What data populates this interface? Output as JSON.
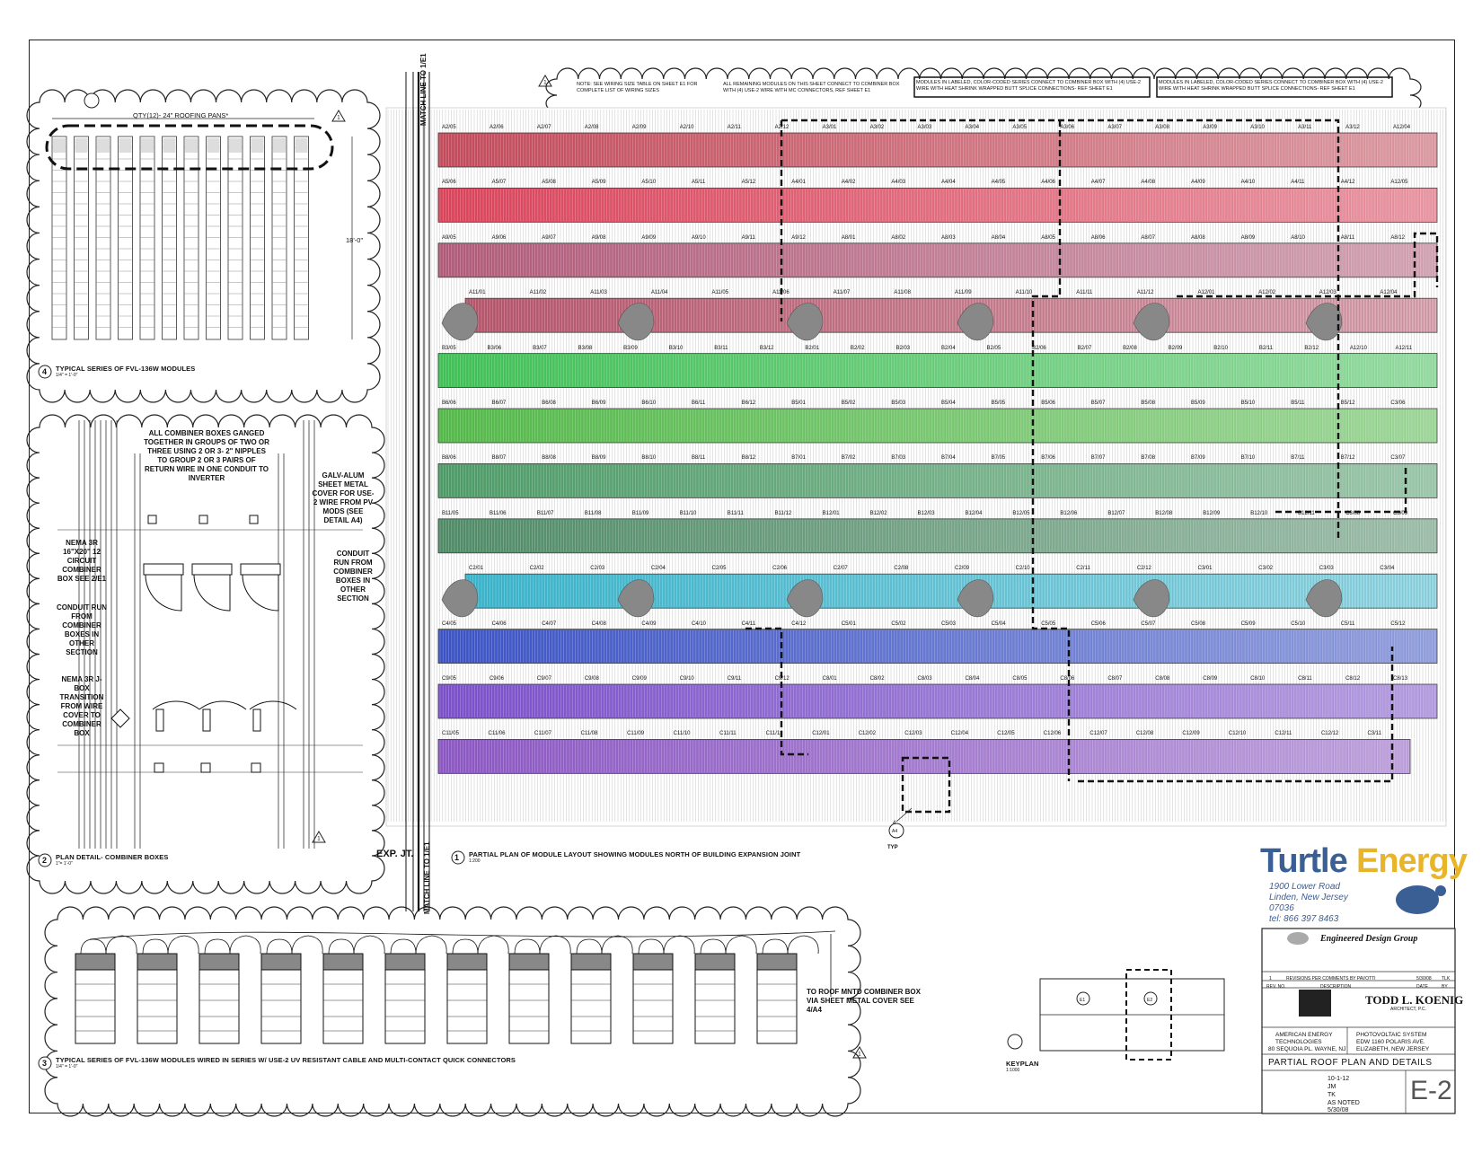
{
  "sheet": {
    "number": "E-2",
    "title": "PARTIAL ROOF PLAN AND DETAILS"
  },
  "details": {
    "d1": {
      "num": "1",
      "title": "PARTIAL PLAN OF MODULE LAYOUT SHOWING MODULES NORTH OF BUILDING EXPANSION JOINT",
      "scale": "1:200"
    },
    "d2": {
      "num": "2",
      "title": "PLAN DETAIL- COMBINER BOXES",
      "scale": "1\"= 1'-0\""
    },
    "d3": {
      "num": "3",
      "title": "TYPICAL SERIES OF FVL-136W MODULES WIRED IN SERIES W/ USE-2 UV RESISTANT CABLE AND MULTI-CONTACT QUICK CONNECTORS",
      "scale": "1/4\" = 1'-0\""
    },
    "d4": {
      "num": "4",
      "title": "TYPICAL SERIES OF FVL-136W MODULES",
      "scale": "1/4\" = 1'-0\""
    },
    "keyplan": {
      "title": "KEYPLAN",
      "scale": "1:1000",
      "a": "E1",
      "b": "E2"
    }
  },
  "detail4": {
    "qty_label": "QTY(12)- 24\" ROOFING PANS*",
    "height_label": "18'-0\"",
    "pan_count": 12
  },
  "detail2": {
    "note_top": "ALL COMBINER BOXES GANGED TOGETHER IN GROUPS OF TWO OR THREE USING 2 OR 3- 2\" NIPPLES TO GROUP 2 OR 3 PAIRS OF RETURN WIRE IN ONE CONDUIT TO INVERTER",
    "note_galv": "GALV-ALUM SHEET METAL COVER FOR USE-2 WIRE FROM PV MODS (SEE DETAIL A4)",
    "note_nema": "NEMA 3R 16\"X20\" 12 CIRCUIT COMBINER BOX SEE 2/E1",
    "note_conduit_l": "CONDUIT RUN FROM COMBINER BOXES IN OTHER SECTION",
    "note_conduit_r": "CONDUIT RUN FROM COMBINER BOXES IN OTHER SECTION",
    "note_jbox": "NEMA 3R J-BOX TRANSITION FROM WIRE COVER TO COMBINER BOX"
  },
  "detail3": {
    "note": "TO ROOF MNTD COMBINER BOX VIA SHEET METAL COVER SEE 4/A4",
    "module_count": 12
  },
  "plan": {
    "exp_jt": "EXP. JT.",
    "match_top": "MATCH LINE TO 1/E1",
    "match_bottom": "MATCH LINE TO 1/E1",
    "notes": [
      "NOTE: SEE WIRING SIZE TABLE ON SHEET E1 FOR COMPLETE LIST OF WIRING SIZES",
      "ALL REMAINING MODULES ON THIS SHEET CONNECT TO COMBINER BOX WITH (4) USE-2 WIRE WITH MC CONNECTORS, REF SHEET E1",
      "MODULES IN LABELED, COLOR-CODED SERIES CONNECT TO COMBINER BOX WITH (4) USE-2 WIRE WITH HEAT SHRINK WRAPPED BUTT SPLICE CONNECTIONS- REF SHEET E1",
      "MODULES IN LABELED, COLOR-CODED SERIES CONNECT TO COMBINER BOX WITH (4) USE-2 WIRE WITH HEAT SHRINK WRAPPED BUTT SPLICE CONNECTIONS- REF SHEET E1"
    ],
    "bubble_ref": "4",
    "bubble_sub": "A4",
    "typ": "TYP",
    "rows": [
      {
        "color": "#c24a5a",
        "labels": [
          "A2/05",
          "A2/06",
          "A2/07",
          "A2/08",
          "A2/09",
          "A2/10",
          "A2/11",
          "A2/12",
          "A3/01",
          "A3/02",
          "A3/03",
          "A3/04",
          "A3/05",
          "A3/06",
          "A3/07",
          "A3/08",
          "A3/09",
          "A3/10",
          "A3/11",
          "A3/12",
          "A12/04"
        ]
      },
      {
        "color": "#d9435a",
        "labels": [
          "A5/06",
          "A5/07",
          "A5/08",
          "A5/09",
          "A5/10",
          "A5/11",
          "A5/12",
          "A4/01",
          "A4/02",
          "A4/03",
          "A4/04",
          "A4/05",
          "A4/06",
          "A4/07",
          "A4/08",
          "A4/09",
          "A4/10",
          "A4/11",
          "A4/12",
          "A12/05"
        ]
      },
      {
        "color": "#b05a78",
        "labels": [
          "A9/05",
          "A9/06",
          "A9/07",
          "A9/08",
          "A9/09",
          "A9/10",
          "A9/11",
          "A9/12",
          "A8/01",
          "A8/02",
          "A8/03",
          "A8/04",
          "A8/05",
          "A8/06",
          "A8/07",
          "A8/08",
          "A8/09",
          "A8/10",
          "A8/11",
          "A8/12"
        ]
      },
      {
        "color": "#b4546a",
        "labels": [
          "A11/01",
          "A11/02",
          "A11/03",
          "A11/04",
          "A11/05",
          "A11/06",
          "A11/07",
          "A11/08",
          "A11/09",
          "A11/10",
          "A11/11",
          "A11/12",
          "A12/01",
          "A12/02",
          "A12/03",
          "A12/04"
        ]
      },
      {
        "color": "#3fbf55",
        "labels": [
          "B3/05",
          "B3/06",
          "B3/07",
          "B3/08",
          "B3/09",
          "B3/10",
          "B3/11",
          "B3/12",
          "B2/01",
          "B2/02",
          "B2/03",
          "B2/04",
          "B2/05",
          "B2/06",
          "B2/07",
          "B2/08",
          "B2/09",
          "B2/10",
          "B2/11",
          "B2/12",
          "A12/10",
          "A12/11"
        ]
      },
      {
        "color": "#52b848",
        "labels": [
          "B6/06",
          "B6/07",
          "B6/08",
          "B6/09",
          "B6/10",
          "B6/11",
          "B6/12",
          "B5/01",
          "B5/02",
          "B5/03",
          "B5/04",
          "B5/05",
          "B5/06",
          "B5/07",
          "B5/08",
          "B5/09",
          "B5/10",
          "B5/11",
          "B5/12",
          "C3/06"
        ]
      },
      {
        "color": "#4c9a66",
        "labels": [
          "B8/06",
          "B8/07",
          "B8/08",
          "B8/09",
          "B8/10",
          "B8/11",
          "B8/12",
          "B7/01",
          "B7/02",
          "B7/03",
          "B7/04",
          "B7/05",
          "B7/06",
          "B7/07",
          "B7/08",
          "B7/09",
          "B7/10",
          "B7/11",
          "B7/12",
          "C3/07"
        ]
      },
      {
        "color": "#4f8a66",
        "labels": [
          "B11/05",
          "B11/06",
          "B11/07",
          "B11/08",
          "B11/09",
          "B11/10",
          "B11/11",
          "B11/12",
          "B12/01",
          "B12/02",
          "B12/03",
          "B12/04",
          "B12/05",
          "B12/06",
          "B12/07",
          "B12/08",
          "B12/09",
          "B12/10",
          "B12/11",
          "C3/08",
          "C3/09"
        ]
      },
      {
        "color": "#39b2c9",
        "labels": [
          "C2/01",
          "C2/02",
          "C2/03",
          "C2/04",
          "C2/05",
          "C2/06",
          "C2/07",
          "C2/08",
          "C2/09",
          "C2/10",
          "C2/11",
          "C2/12",
          "C3/01",
          "C3/02",
          "C3/03",
          "C3/04"
        ]
      },
      {
        "color": "#3b52c4",
        "labels": [
          "C4/05",
          "C4/06",
          "C4/07",
          "C4/08",
          "C4/09",
          "C4/10",
          "C4/11",
          "C4/12",
          "C5/01",
          "C5/02",
          "C5/03",
          "C5/04",
          "C5/05",
          "C5/06",
          "C5/07",
          "C5/08",
          "C5/09",
          "C5/10",
          "C5/11",
          "C5/12"
        ]
      },
      {
        "color": "#7a4fc9",
        "labels": [
          "C9/05",
          "C9/06",
          "C9/07",
          "C9/08",
          "C9/09",
          "C9/10",
          "C9/11",
          "C9/12",
          "C8/01",
          "C8/02",
          "C8/03",
          "C8/04",
          "C8/05",
          "C8/06",
          "C8/07",
          "C8/08",
          "C8/09",
          "C8/10",
          "C8/11",
          "C8/12",
          "C8/13"
        ]
      },
      {
        "color": "#8a56c2",
        "labels": [
          "C11/05",
          "C11/06",
          "C11/07",
          "C11/08",
          "C11/09",
          "C11/10",
          "C11/11",
          "C11/12",
          "C12/01",
          "C12/02",
          "C12/03",
          "C12/04",
          "C12/05",
          "C12/06",
          "C12/07",
          "C12/08",
          "C12/09",
          "C12/10",
          "C12/11",
          "C12/12",
          "C3/11"
        ]
      }
    ]
  },
  "company": {
    "name_a": "Turtle",
    "name_b": "Energy",
    "address": [
      "1900 Lower Road",
      "Linden, New Jersey",
      "07036",
      "tel: 866 397 8463"
    ]
  },
  "titleblock": {
    "firm": "Engineered Design Group",
    "rev_no": "1",
    "rev_desc": "REVISIONS PER COMMENTS BY PAVOTTI",
    "rev_date": "5/30/08",
    "rev_by": "TLK",
    "head_no": "REV. NO.",
    "head_desc": "DESCRIPTION",
    "head_date": "DATE",
    "head_by": "BY",
    "architect": "TODD L. KOENIG",
    "architect_sub": "ARCHITECT, P.C.",
    "client": [
      "AMERICAN ENERGY",
      "TECHNOLOGIES",
      "80 SEQUOIA PL. WAYNE, NJ"
    ],
    "project": [
      "PHOTOVOLTAIC SYSTEM",
      "EDW 1160 POLARIS AVE.",
      "ELIZABETH, NEW JERSEY"
    ],
    "date": "10-1-12",
    "drawn": "JM",
    "checked": "TK",
    "scale": "AS NOTED",
    "issue": "5/30/08"
  }
}
